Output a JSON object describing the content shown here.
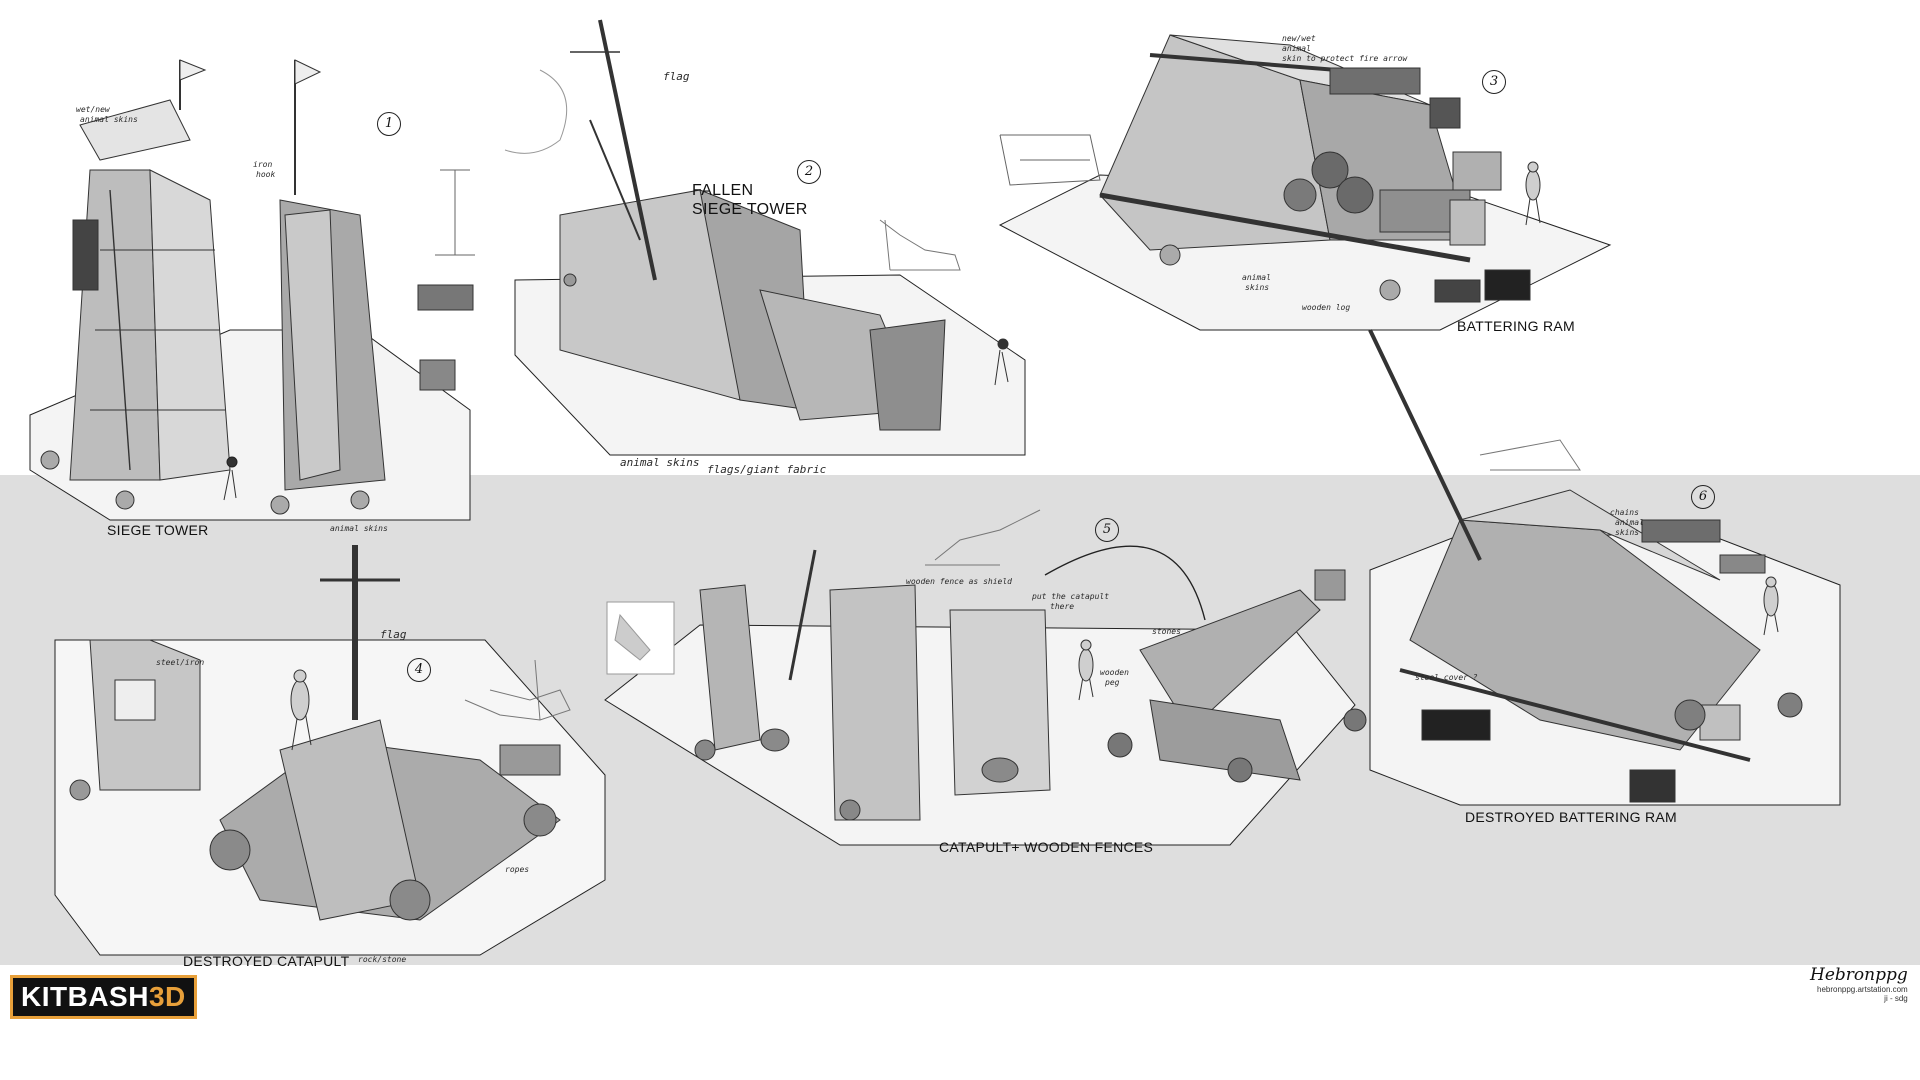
{
  "captions": {
    "siege_tower": "SIEGE TOWER",
    "fallen_siege_tower_line1": "FALLEN",
    "fallen_siege_tower_line2": "SIEGE TOWER",
    "battering_ram": "BATTERING RAM",
    "destroyed_catapult": "DESTROYED CATAPULT",
    "catapult_fences": "CATAPULT+ WOODEN FENCES",
    "destroyed_battering_ram": "DESTROYED BATTERING RAM"
  },
  "numbers": [
    "1",
    "2",
    "3",
    "4",
    "5",
    "6"
  ],
  "notes": {
    "wet_animal_skins": "wet/new",
    "wet_animal_skins_2": "animal skins",
    "iron_hook": "iron",
    "iron_hook_2": "hook",
    "animal_skins_tower": "animal skins",
    "flag_tower": "flag",
    "animal_skins_fallen": "animal skins",
    "flags_fabric": "flags/giant fabric",
    "ram_skin": "new/wet",
    "ram_skin_2": "animal",
    "ram_skin_3": "skin to protect fire arrow",
    "ram_animal_skins": "animal",
    "ram_animal_skins_2": "skins",
    "wooden_log": "wooden log",
    "flag_catapult": "flag",
    "steel_iron": "steel/iron",
    "ropes": "ropes",
    "rock_stone": "rock/stone",
    "put_catapult": "put the catapult",
    "put_catapult_2": "there",
    "stones": "stones",
    "wooden_peg": "wooden",
    "wooden_peg_2": "peg",
    "fence_shield": "wooden fence as shield",
    "chains": "chains",
    "ram_animal_skins_6": "animal",
    "ram_animal_skins_6b": "skins",
    "steel_cover": "steel cover ?"
  },
  "branding": {
    "logo_white": "KITBASH",
    "logo_orange": "3D",
    "signature": "Hebronppg",
    "url": "hebronppg.artstation.com",
    "version": "ji - sdg"
  }
}
